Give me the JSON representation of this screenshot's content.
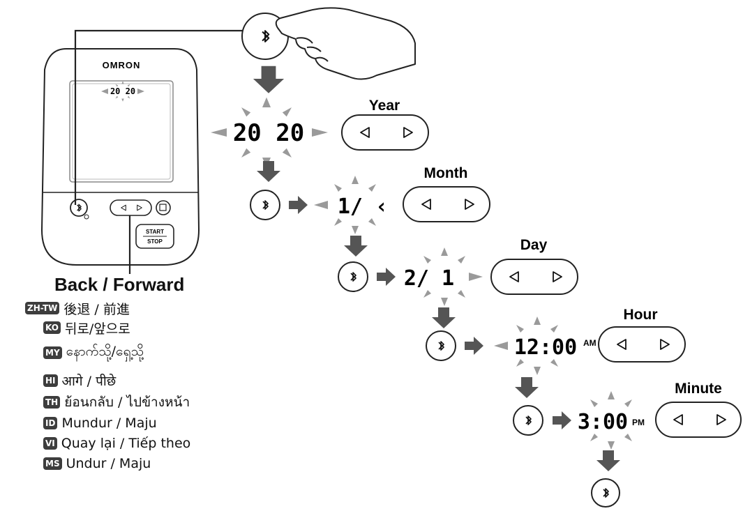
{
  "device": {
    "brand": "OMRON",
    "screen_year": "20 20",
    "start_label": "START",
    "stop_label": "STOP"
  },
  "back_forward_title": "Back / Forward",
  "translations": [
    {
      "code": "ZH-TW",
      "text": "後退 / 前進"
    },
    {
      "code": "KO",
      "text": "뒤로/앞으로"
    },
    {
      "code": "MY",
      "text": "နောက်သို့/ရှေ့သို့"
    },
    {
      "code": "HI",
      "text": "आगे / पीछे"
    },
    {
      "code": "TH",
      "text": "ย้อนกลับ / ไปข้างหน้า"
    },
    {
      "code": "ID",
      "text": "Mundur / Maju"
    },
    {
      "code": "VI",
      "text": "Quay lại / Tiếp theo"
    },
    {
      "code": "MS",
      "text": "Undur / Maju"
    }
  ],
  "steps": [
    {
      "name": "Year",
      "display": "20 20",
      "suffix": ""
    },
    {
      "name": "Month",
      "display": "1/ ‹",
      "suffix": ""
    },
    {
      "name": "Day",
      "display": "2/  1",
      "suffix": ""
    },
    {
      "name": "Hour",
      "display": "12:00",
      "suffix": "AM"
    },
    {
      "name": "Minute",
      "display": "3:00",
      "suffix": "PM"
    }
  ],
  "icons": {
    "bluetooth": "bluetooth-icon",
    "left": "triangle-left-icon",
    "right": "triangle-right-icon",
    "down_arrow": "down-arrow-icon",
    "right_arrow": "right-arrow-icon",
    "hand": "pointing-hand-icon"
  },
  "colors": {
    "arrow": "#555555",
    "ray": "#9a9a9a",
    "badge": "#3d3d3d"
  }
}
